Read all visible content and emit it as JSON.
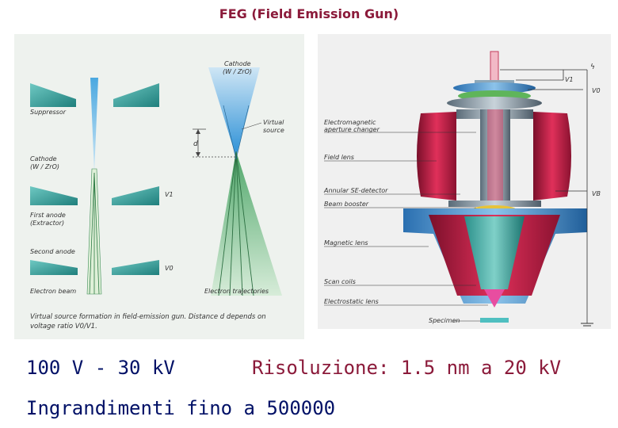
{
  "title": "FEG (Field Emission Gun)",
  "left_diagram": {
    "labels": {
      "suppressor": "Suppressor",
      "cathode_line1": "Cathode",
      "cathode_line2": "(W / ZrO)",
      "first_anode_line1": "First anode",
      "first_anode_line2": "(Extractor)",
      "second_anode": "Second anode",
      "electron_beam": "Electron beam",
      "v1": "V1",
      "v0": "V0",
      "d": "d",
      "cathode_top_line1": "Cathode",
      "cathode_top_line2": "(W / ZrO)",
      "virtual_source_line1": "Virtual",
      "virtual_source_line2": "source",
      "electron_trajectories": "Electron trajectories",
      "caption_line1": "Virtual source formation in field-emission gun. Distance d depends on",
      "caption_line2": "voltage ratio V0/V1."
    }
  },
  "right_diagram": {
    "labels": {
      "electromagnetic_line1": "Electromagnetic",
      "electromagnetic_line2": "aperture changer",
      "field_lens": "Field lens",
      "annular_se": "Annular SE-detector",
      "beam_booster": "Beam booster",
      "magnetic_lens": "Magnetic lens",
      "scan_coils": "Scan coils",
      "electrostatic_lens": "Electrostatic lens",
      "specimen": "Specimen",
      "v1": "V1",
      "v0": "V0",
      "vb": "VB"
    }
  },
  "bottom": {
    "voltage": "100 V - 30 kV",
    "resolution": "Risoluzione: 1.5 nm a 20 kV",
    "magnification": "Ingrandimenti fino a 500000"
  },
  "colors": {
    "title": "#8b1a3a",
    "bottom_text": "#001066",
    "teal": "#2e9c98",
    "red": "#d11f4a"
  }
}
